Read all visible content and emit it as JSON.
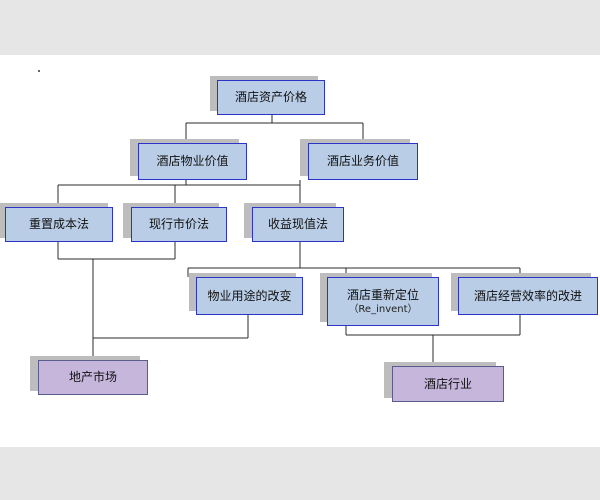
{
  "nodes": {
    "root": "酒店资产价格",
    "property_value": "酒店物业价值",
    "business_value": "酒店业务价值",
    "replacement_cost": "重置成本法",
    "market_price": "现行市价法",
    "income_pv": "收益现值法",
    "use_change": "物业用途的改变",
    "repositioning": "酒店重新定位",
    "repositioning_sub": "（Re_invent）",
    "efficiency": "酒店经营效率的改进",
    "real_estate": "地产市场",
    "hotel_industry": "酒店行业"
  },
  "colors": {
    "box_fill": "#b9cde6",
    "box_border": "#2a35c8",
    "market_fill": "#c7b6dc",
    "connector": "#2b2b2b"
  }
}
